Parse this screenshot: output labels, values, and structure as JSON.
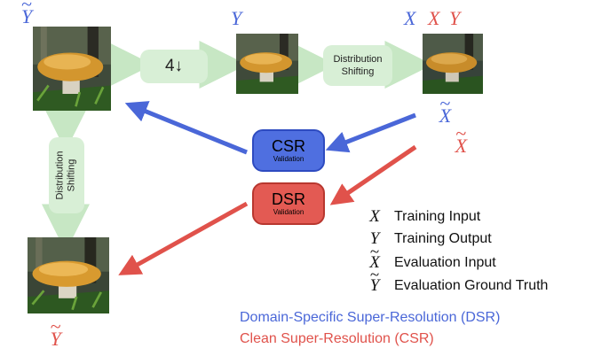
{
  "labels": {
    "ytilde_blue": "Y",
    "y_blue": "Y",
    "x_blue": "X",
    "x_red": "X",
    "y_red": "Y",
    "xtilde_blue": "X",
    "xtilde_red": "X",
    "ytilde_red": "Y",
    "tilde": "~"
  },
  "boxes": {
    "downsample": "4↓",
    "dist_shift_top_line1": "Distribution",
    "dist_shift_top_line2": "Shifting",
    "dist_shift_left_line1": "Distribution",
    "dist_shift_left_line2": "Shifting",
    "csr_title": "CSR",
    "csr_sub": "Validation",
    "dsr_title": "DSR",
    "dsr_sub": "Validation"
  },
  "legend": [
    {
      "symbol": "X",
      "label": "Training Input"
    },
    {
      "symbol": "Y",
      "label": "Training Output"
    },
    {
      "symbol": "X",
      "label": "Evaluation Input"
    },
    {
      "symbol": "Y",
      "label": "Evaluation Ground Truth"
    }
  ],
  "footer": {
    "dsr": "Domain-Specific Super-Resolution (DSR)",
    "csr": "Clean Super-Resolution (CSR)"
  },
  "colors": {
    "blue": "#4a67d8",
    "red": "#e0524b",
    "green_box": "#d8efd6",
    "green_arrow": "#c7e7c4"
  },
  "images": [
    "mushroom-photo",
    "mushroom-photo",
    "mushroom-photo",
    "mushroom-photo"
  ]
}
